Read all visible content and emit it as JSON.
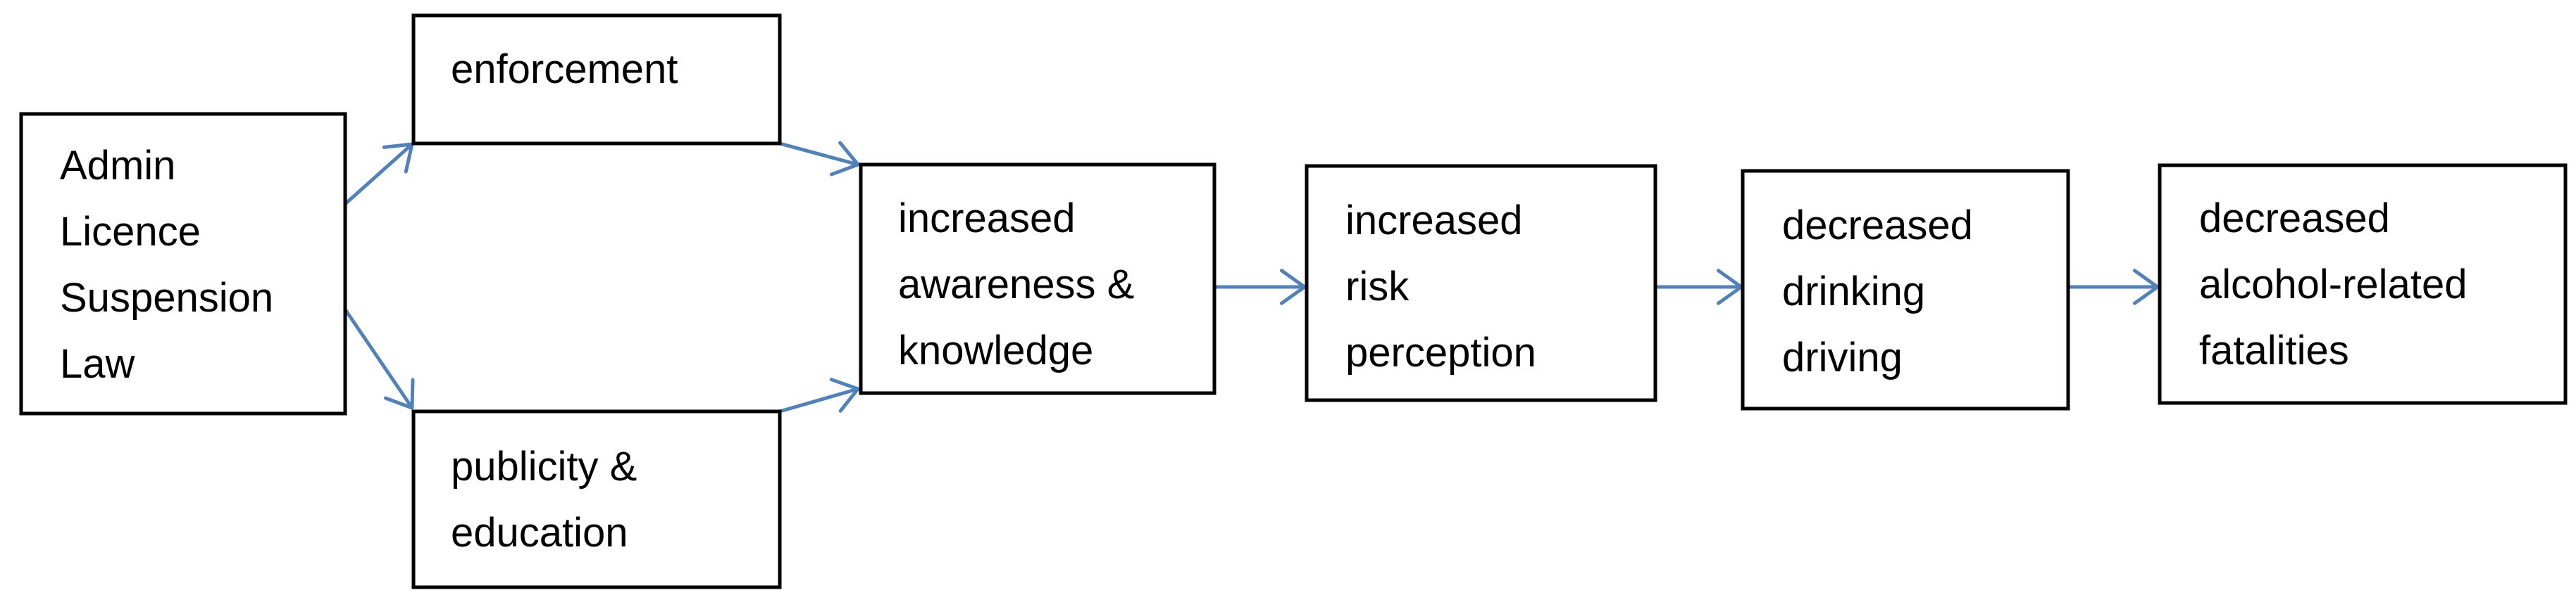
{
  "diagram": {
    "accent_color": "#4f81bd",
    "box_border_color": "#000000",
    "nodes": [
      {
        "id": "law",
        "lines": [
          "Admin",
          "Licence",
          "Suspension",
          "Law"
        ]
      },
      {
        "id": "enforcement",
        "lines": [
          "enforcement"
        ]
      },
      {
        "id": "publicity",
        "lines": [
          "publicity &",
          "education"
        ]
      },
      {
        "id": "awareness",
        "lines": [
          "increased",
          "awareness &",
          "knowledge"
        ]
      },
      {
        "id": "risk",
        "lines": [
          "increased",
          "risk",
          "perception"
        ]
      },
      {
        "id": "drinking",
        "lines": [
          "decreased",
          "drinking",
          "driving"
        ]
      },
      {
        "id": "fatalities",
        "lines": [
          "decreased",
          "alcohol-related",
          "fatalities"
        ]
      }
    ],
    "edges": [
      {
        "from": "law",
        "to": "enforcement"
      },
      {
        "from": "law",
        "to": "publicity"
      },
      {
        "from": "enforcement",
        "to": "awareness"
      },
      {
        "from": "publicity",
        "to": "awareness"
      },
      {
        "from": "awareness",
        "to": "risk"
      },
      {
        "from": "risk",
        "to": "drinking"
      },
      {
        "from": "drinking",
        "to": "fatalities"
      }
    ]
  }
}
